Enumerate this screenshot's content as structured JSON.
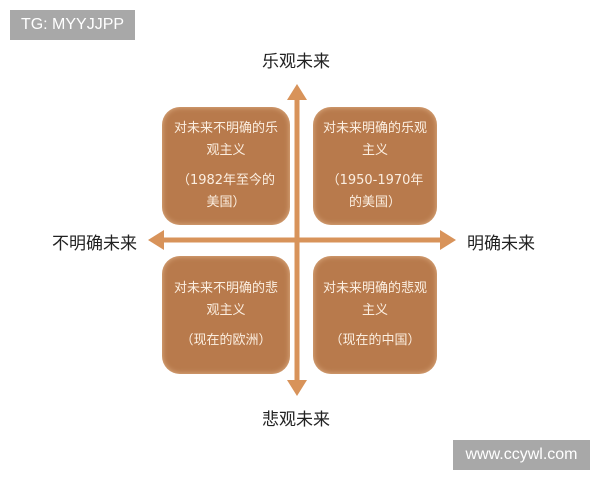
{
  "watermarks": {
    "top_left": "TG: MYYJJPP",
    "bottom_right": "www.ccywl.com"
  },
  "axes": {
    "top": "乐观未来",
    "bottom": "悲观未来",
    "left": "不明确未来",
    "right": "明确未来",
    "color": "#d8935a"
  },
  "quadrants": [
    {
      "title": "对未来不明确的乐观主义",
      "note": "（1982年至今的美国）"
    },
    {
      "title": "对未来明确的乐观主义",
      "note": "（1950-1970年的美国）"
    },
    {
      "title": "对未来不明确的悲观主义",
      "note": "（现在的欧洲）"
    },
    {
      "title": "对未来明确的悲观主义",
      "note": "（现在的中国）"
    }
  ],
  "box_color": "#b87a4c"
}
